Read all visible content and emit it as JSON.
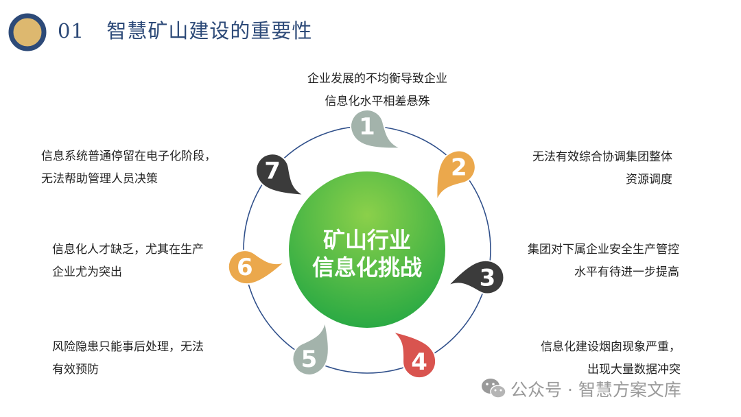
{
  "header": {
    "number": "01",
    "title": "智慧矿山建设的重要性"
  },
  "center": {
    "line1": "矿山行业",
    "line2": "信息化挑战"
  },
  "items": [
    {
      "number": "1",
      "color": "#a3b3ab",
      "lines": [
        "企业发展的不均衡导致企业",
        "信息化水平相差悬殊"
      ]
    },
    {
      "number": "2",
      "color": "#eba84c",
      "lines": [
        "无法有效综合协调集团整体",
        "资源调度"
      ]
    },
    {
      "number": "3",
      "color": "#3b3b3b",
      "lines": [
        "集团对下属企业安全生产管控",
        "水平有待进一步提高"
      ]
    },
    {
      "number": "4",
      "color": "#d9544f",
      "lines": [
        "信息化建设烟囱现象严重，",
        "出现大量数据冲突"
      ]
    },
    {
      "number": "5",
      "color": "#a3b3ab",
      "lines": [
        "风险隐患只能事后处理，无法",
        "有效预防"
      ]
    },
    {
      "number": "6",
      "color": "#eba84c",
      "lines": [
        "信息化人才缺乏，尤其在生产",
        "企业尤为突出"
      ]
    },
    {
      "number": "7",
      "color": "#3b3b3b",
      "lines": [
        "信息系统普通停留在电子化阶段，",
        "无法帮助管理人员决策"
      ]
    }
  ],
  "colors": {
    "title": "#2d4a78",
    "header_circle_fill": "#ddb86f",
    "header_circle_ring": "#2d4a78",
    "ring": "#2f4f8a",
    "center_gradient": [
      "#8bd04a",
      "#26a843"
    ]
  },
  "watermark": {
    "text": "公众号 · 智慧方案文库",
    "icon": "wechat-icon"
  }
}
